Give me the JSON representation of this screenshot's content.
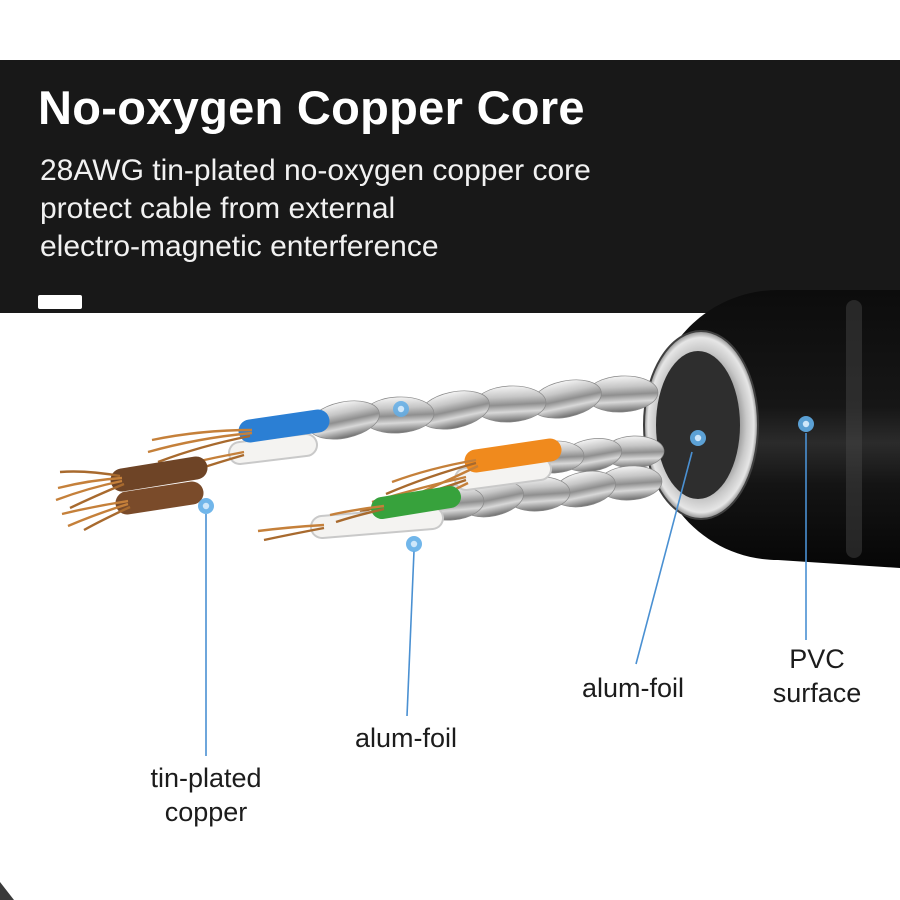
{
  "header": {
    "title": "No-oxygen Copper Core",
    "description": [
      "28AWG tin-plated no-oxygen copper core",
      "protect cable from external",
      "electro-magnetic enterference"
    ]
  },
  "annotations": {
    "tin_plated_copper": "tin-plated\ncopper",
    "alum_foil_lower": "alum-foil",
    "alum_foil_upper": "alum-foil",
    "pvc_surface": "PVC\nsurface"
  },
  "colors": {
    "band_bg": "#181818",
    "jacket": "#121212",
    "leader_line": "#4a90d2",
    "annotation_dot": "#62aee8",
    "copper": "#c5803a",
    "wire_blue": "#2b7fd4",
    "wire_orange": "#f08a1d",
    "wire_green": "#37a23c",
    "wire_brown": "#6e4426",
    "wire_white": "#f4f3f1",
    "foil_light": "#e9e9e9",
    "foil_dark": "#6d6d6d"
  }
}
